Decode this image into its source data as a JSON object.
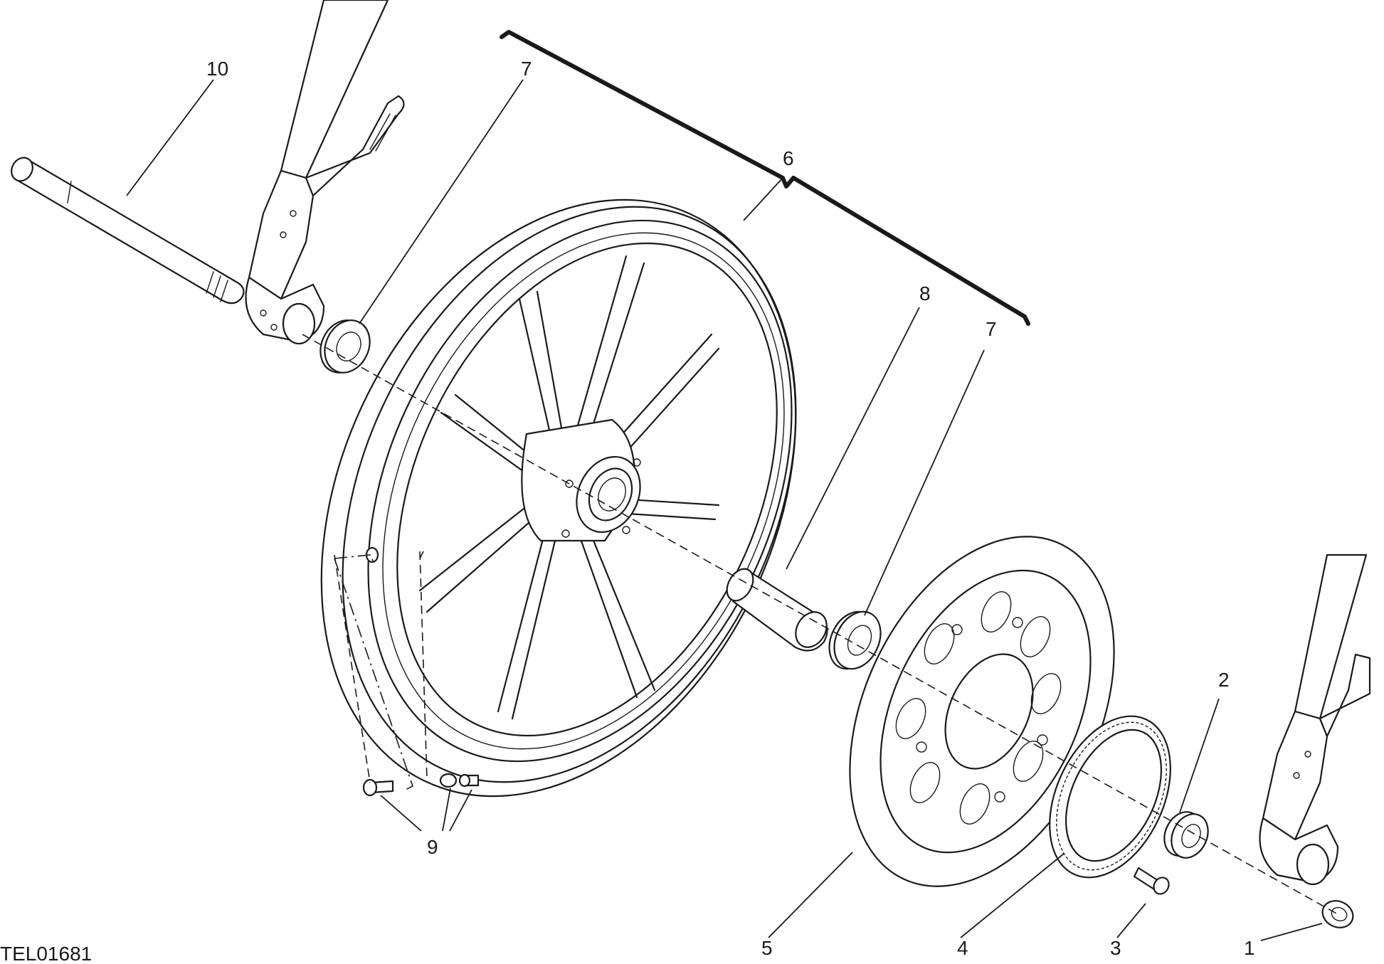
{
  "figure_code": "TEL01681",
  "callouts": [
    {
      "id": "1",
      "text": "1"
    },
    {
      "id": "2",
      "text": "2"
    },
    {
      "id": "3",
      "text": "3"
    },
    {
      "id": "4",
      "text": "4"
    },
    {
      "id": "5",
      "text": "5"
    },
    {
      "id": "6",
      "text": "6"
    },
    {
      "id": "7a",
      "text": "7"
    },
    {
      "id": "7b",
      "text": "7"
    },
    {
      "id": "8",
      "text": "8"
    },
    {
      "id": "9",
      "text": "9"
    },
    {
      "id": "10",
      "text": "10"
    }
  ]
}
